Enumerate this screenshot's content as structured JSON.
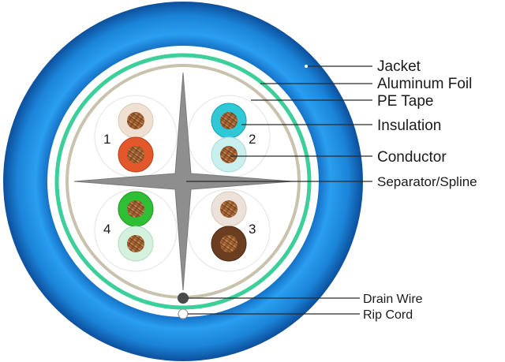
{
  "labels": {
    "jacket": "Jacket",
    "aluminum_foil": "Aluminum Foil",
    "pe_tape": "PE Tape",
    "insulation": "Insulation",
    "conductor": "Conductor",
    "separator": "Separator/Spline",
    "drain_wire": "Drain Wire",
    "rip_cord": "Rip Cord"
  },
  "pairs": [
    "1",
    "2",
    "3",
    "4"
  ],
  "colors": {
    "jacket": "#1e8ee0",
    "jacket_dark": "#0d5fb0",
    "foil": "#3ccf9a",
    "pe_tape": "#c9c2ad",
    "separator": "#8e8e8e",
    "copper": "#b8733d",
    "pair1_solid": "#e2582a",
    "pair1_stripe": "#efe0d2",
    "pair2_solid": "#2ec8d6",
    "pair2_stripe": "#c9f0ef",
    "pair3_solid": "#6b3e22",
    "pair3_stripe": "#ece2da",
    "pair4_solid": "#2fbf35",
    "pair4_stripe": "#d4f1dd",
    "drain_wire": "#4a4a4a"
  }
}
